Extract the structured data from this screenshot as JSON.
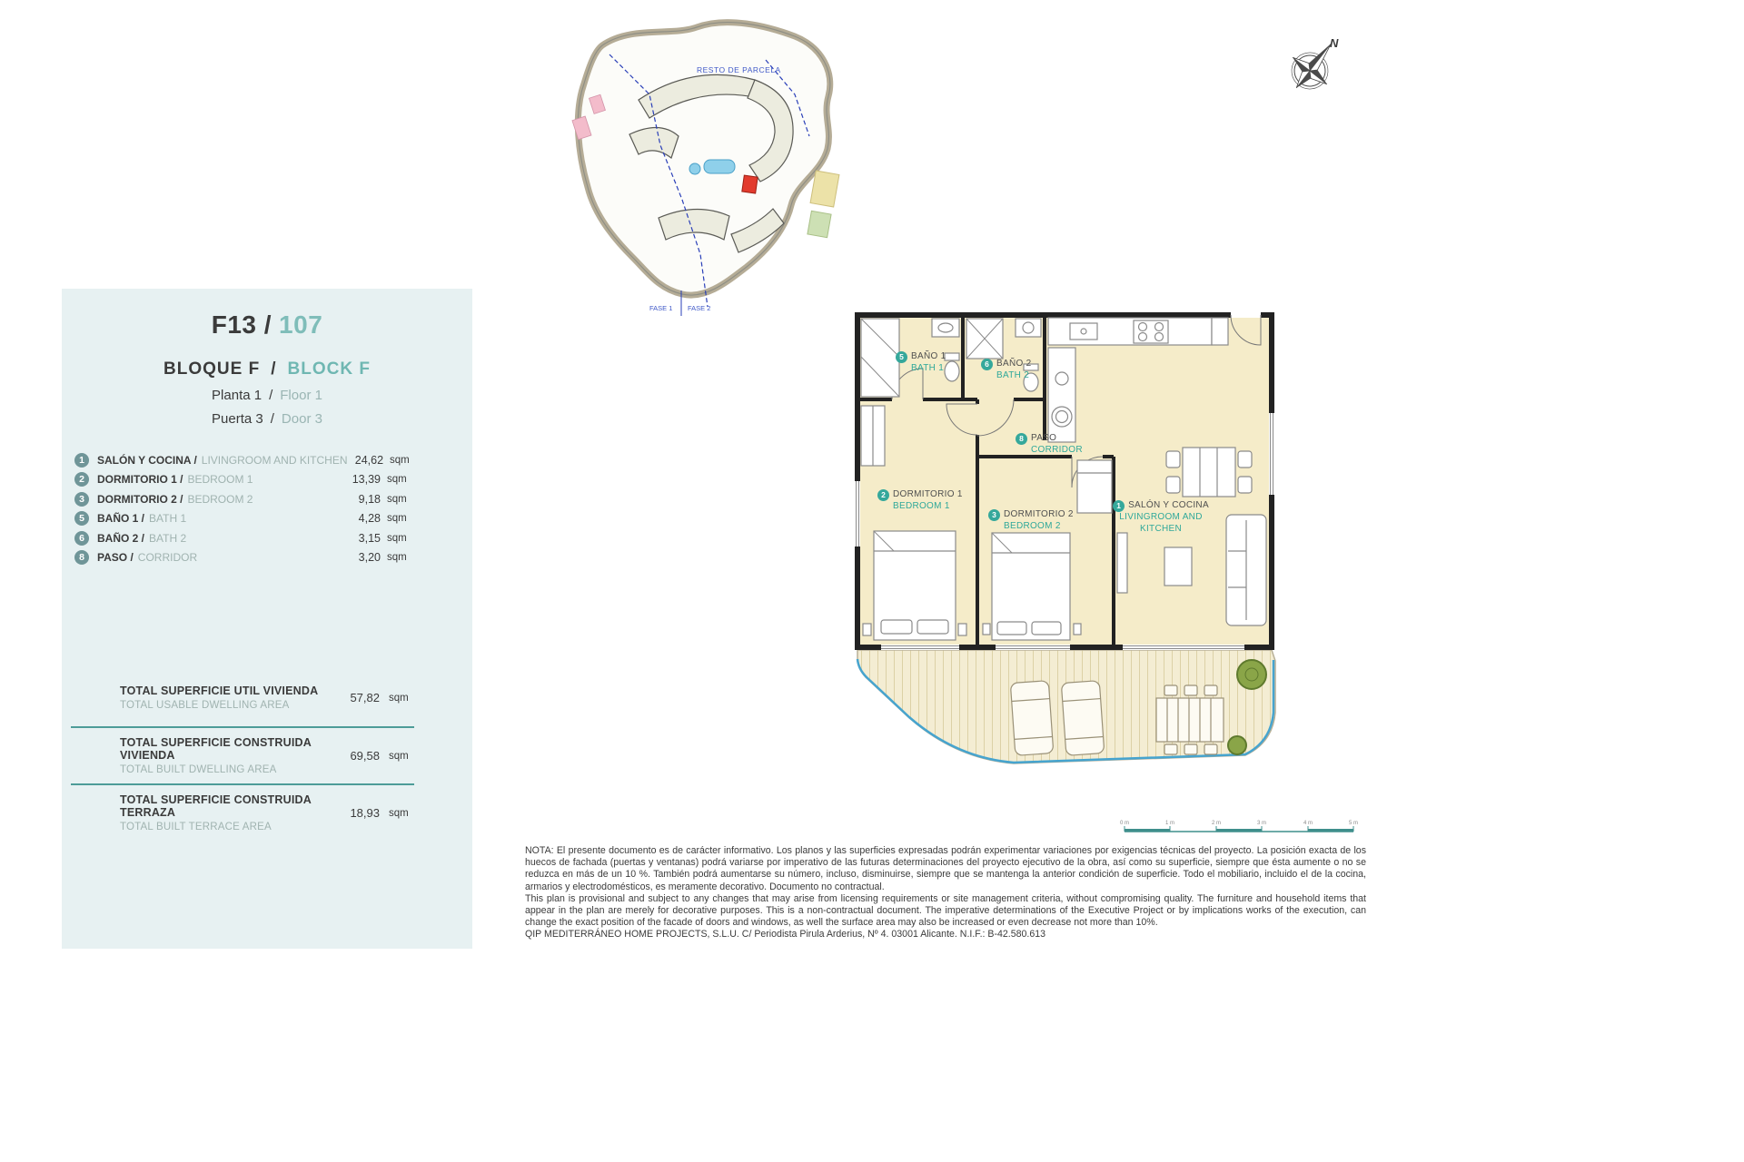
{
  "panel": {
    "unit": {
      "code": "F13 /",
      "number": "107"
    },
    "block": {
      "es": "BLOQUE F",
      "sep": "/",
      "en": "BLOCK F"
    },
    "floor": {
      "es": "Planta 1",
      "sep": "/",
      "en": "Floor 1"
    },
    "door": {
      "es": "Puerta 3",
      "sep": "/",
      "en": "Door 3"
    },
    "rooms": [
      {
        "num": "1",
        "es": "SALÓN Y COCINA /",
        "en": "LIVINGROOM AND KITCHEN",
        "area": "24,62",
        "unit": "sqm"
      },
      {
        "num": "2",
        "es": "DORMITORIO 1 /",
        "en": "BEDROOM 1",
        "area": "13,39",
        "unit": "sqm"
      },
      {
        "num": "3",
        "es": "DORMITORIO 2 /",
        "en": "BEDROOM 2",
        "area": "9,18",
        "unit": "sqm"
      },
      {
        "num": "5",
        "es": "BAÑO 1 /",
        "en": "BATH 1",
        "area": "4,28",
        "unit": "sqm"
      },
      {
        "num": "6",
        "es": "BAÑO 2 /",
        "en": "BATH 2",
        "area": "3,15",
        "unit": "sqm"
      },
      {
        "num": "8",
        "es": "PASO /",
        "en": "CORRIDOR",
        "area": "3,20",
        "unit": "sqm"
      }
    ],
    "totals": [
      {
        "es": "TOTAL SUPERFICIE UTIL VIVIENDA",
        "en": "TOTAL USABLE DWELLING AREA",
        "value": "57,82",
        "unit": "sqm"
      },
      {
        "es": "TOTAL SUPERFICIE CONSTRUIDA VIVIENDA",
        "en": "TOTAL BUILT DWELLING AREA",
        "value": "69,58",
        "unit": "sqm"
      },
      {
        "es": "TOTAL SUPERFICIE CONSTRUIDA TERRAZA",
        "en": "TOTAL BUILT TERRACE AREA",
        "value": "18,93",
        "unit": "sqm"
      }
    ]
  },
  "site_plan": {
    "resto_label": "RESTO DE PARCELA",
    "fase1": "FASE 1",
    "fase2": "FASE 2"
  },
  "compass": {
    "north": "N"
  },
  "floor_plan": {
    "bath1": {
      "num": "5",
      "es": "BAÑO 1",
      "en": "BATH 1"
    },
    "bath2": {
      "num": "6",
      "es": "BAÑO 2",
      "en": "BATH 2"
    },
    "corridor": {
      "num": "8",
      "es": "PASO",
      "en": "CORRIDOR"
    },
    "bedroom1": {
      "num": "2",
      "es": "DORMITORIO 1",
      "en": "BEDROOM 1"
    },
    "bedroom2": {
      "num": "3",
      "es": "DORMITORIO 2",
      "en": "BEDROOM 2"
    },
    "salon": {
      "num": "1",
      "es": "SALÓN Y COCINA",
      "en": "LIVINGROOM AND KITCHEN"
    }
  },
  "scale_bar": {
    "labels": [
      "0 m",
      "1 m",
      "2 m",
      "3 m",
      "4 m",
      "5 m"
    ]
  },
  "footer": {
    "note_es": "NOTA: El presente documento es de carácter informativo. Los planos y las superficies expresadas podrán experimentar variaciones por exigencias técnicas del proyecto. La posición exacta de los huecos de fachada (puertas y ventanas) podrá variarse por imperativo de las futuras determinaciones del proyecto ejecutivo de la obra, así como su superficie, siempre que ésta aumente o no se reduzca en más de un 10 %. También podrá aumentarse su número, incluso, disminuirse, siempre que se mantenga la anterior condición de superficie. Todo el mobiliario, incluido el de la cocina, armarios y electrodomésticos, es meramente decorativo. Documento no contractual.",
    "note_en": "This plan is provisional and subject to any changes that may arise from licensing requirements or site management criteria, without compromising quality. The furniture and household items that appear in the plan are merely for decorative purposes. This is a non-contractual document. The imperative determinations of the Executive Project or by implications works of the execution, can change the exact position of the facade of doors and windows, as well the surface area may also be increased or even decrease not more than 10%.",
    "company": "QIP MEDITERRÁNEO HOME PROJECTS, S.L.U. C/ Periodista Pirula Arderius, Nº 4. 03001 Alicante. N.I.F.: B-42.580.613"
  },
  "colors": {
    "accent_teal": "#6fb7b2",
    "plan_label_teal": "#2fa89a",
    "room_fill": "#f5ecc9",
    "panel_background": "#e7f1f2",
    "highlight_red": "#e23b2e"
  }
}
